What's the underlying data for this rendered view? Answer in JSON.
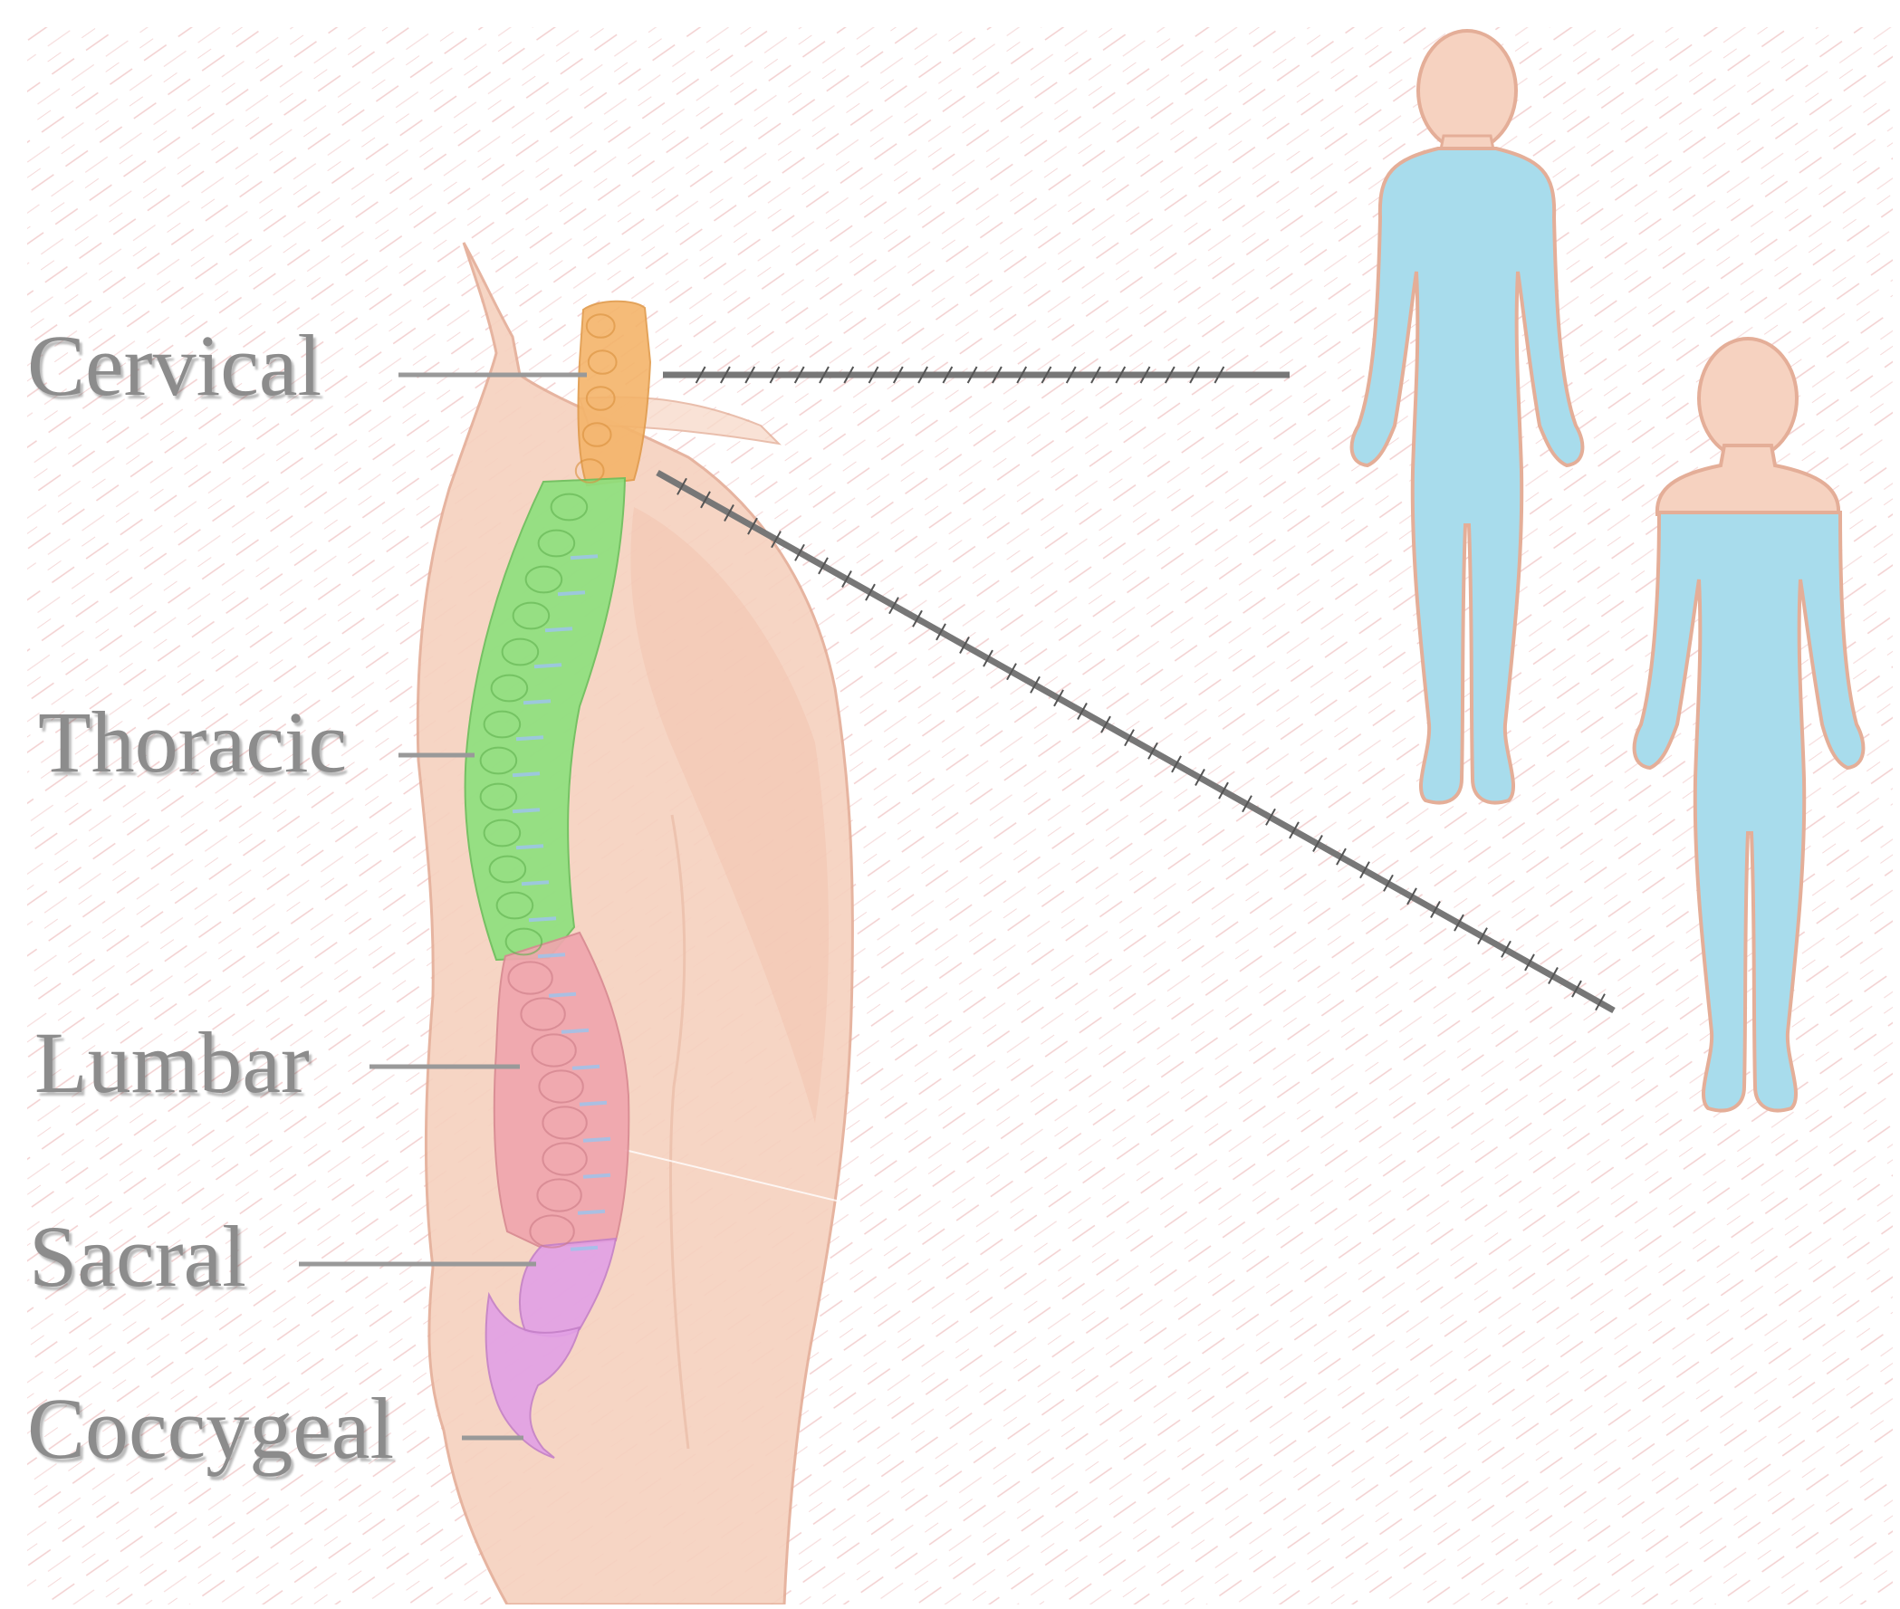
{
  "diagram": {
    "labels": {
      "cervical": "Cervical",
      "thoracic": "Thoracic",
      "lumbar": "Lumbar",
      "sacral": "Sacral",
      "coccygeal": "Coccygeal"
    },
    "colors": {
      "background": "#ffffff",
      "hatch": "#e8a8a8",
      "skin": "#f6d2c0",
      "skin_outline": "#e4ae98",
      "cervical": "#f4b46a",
      "thoracic": "#8ee07e",
      "lumbar": "#f0a6ae",
      "sacral": "#e2a0e6",
      "coccygeal": "#e2a0e6",
      "disc": "#9ec4ec",
      "affected_area": "#a8dcec",
      "leader_line": "#999999",
      "connector_line": "#777777"
    },
    "figures": [
      {
        "name": "figure-cervical-injury",
        "affected_from": "neck"
      },
      {
        "name": "figure-thoracic-injury",
        "affected_from": "chest"
      }
    ]
  }
}
